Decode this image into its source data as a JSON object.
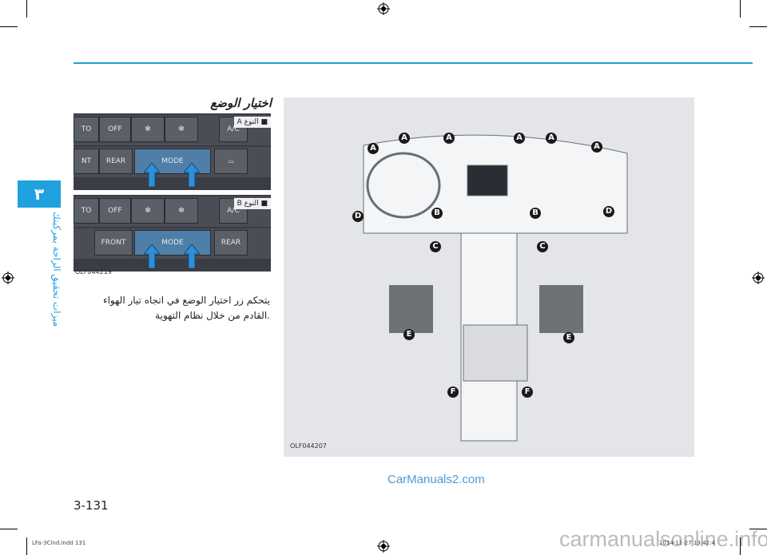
{
  "header": {
    "accent_color": "#1fa1df"
  },
  "sidebar": {
    "chapter_number": "٣",
    "chapter_title": "ميزات تحقيق الراحة بمركبتك"
  },
  "section": {
    "title": "اختيار الوضع"
  },
  "panels": {
    "top": {
      "tag": "A النوع ■",
      "keys": [
        "TO",
        "OFF",
        "A/C",
        "NT",
        "REAR",
        "MODE"
      ]
    },
    "bottom": {
      "tag": "B النوع ■",
      "keys": [
        "TO",
        "OFF",
        "A/C",
        "FRONT",
        "REAR",
        "MODE"
      ]
    },
    "figure_code": "OLF044219"
  },
  "body": {
    "text": "يتحكم زر اختيار الوضع في اتجاه تيار الهواء القادم من خلال نظام التهوية."
  },
  "illustration": {
    "figure_code": "OLF044207",
    "labels": [
      "A",
      "A",
      "A",
      "A",
      "A",
      "A",
      "B",
      "B",
      "C",
      "C",
      "D",
      "D",
      "E",
      "E",
      "F",
      "F"
    ]
  },
  "watermark": "CarManuals2.com",
  "page_number": "3-131",
  "footer": {
    "file": "LFa-3Cind.indd   131",
    "date": "2014-11-27   13:42:4",
    "site": "carmanualsonline.info"
  }
}
